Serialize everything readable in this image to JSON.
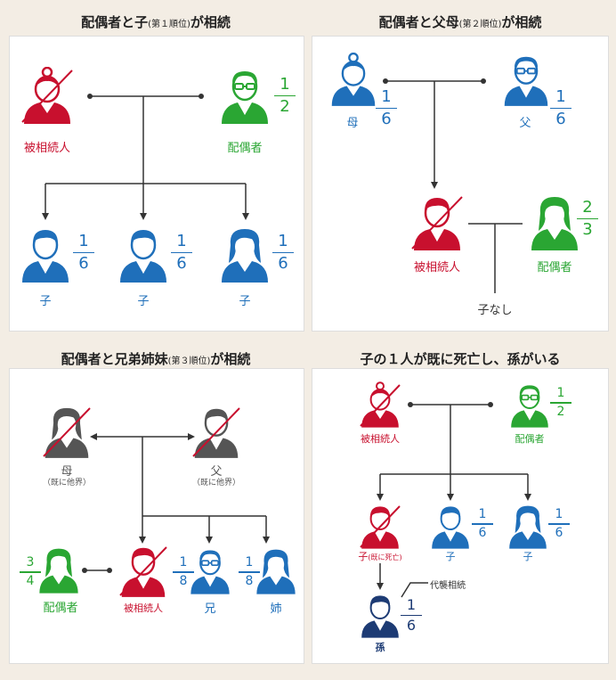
{
  "colors": {
    "red": "#c8102e",
    "green": "#2aa633",
    "blue": "#1f6fba",
    "gray": "#666666",
    "navy": "#1d3b74"
  },
  "panels": [
    {
      "title_main": "配偶者と子",
      "title_small": "(第１順位)",
      "title_tail": "が相続",
      "decedent": "被相続人",
      "spouse": "配偶者",
      "spouse_share": {
        "num": "1",
        "den": "2"
      },
      "children": [
        {
          "label": "子",
          "num": "1",
          "den": "6"
        },
        {
          "label": "子",
          "num": "1",
          "den": "6"
        },
        {
          "label": "子",
          "num": "1",
          "den": "6"
        }
      ]
    },
    {
      "title_main": "配偶者と父母",
      "title_small": "(第２順位)",
      "title_tail": "が相続",
      "mother": "母",
      "mother_share": {
        "num": "1",
        "den": "6"
      },
      "father": "父",
      "father_share": {
        "num": "1",
        "den": "6"
      },
      "decedent": "被相続人",
      "spouse": "配偶者",
      "spouse_share": {
        "num": "2",
        "den": "3"
      },
      "no_child": "子なし"
    },
    {
      "title_main": "配偶者と兄弟姉妹",
      "title_small": "(第３順位)",
      "title_tail": "が相続",
      "mother": "母",
      "mother_note": "（既に他界）",
      "father": "父",
      "father_note": "（既に他界）",
      "spouse": "配偶者",
      "spouse_share": {
        "num": "3",
        "den": "4"
      },
      "decedent": "被相続人",
      "brother": "兄",
      "brother_share": {
        "num": "1",
        "den": "8"
      },
      "sister": "姉",
      "sister_share": {
        "num": "1",
        "den": "8"
      }
    },
    {
      "title_main": "子の１人が既に死亡し、孫がいる",
      "decedent": "被相続人",
      "spouse": "配偶者",
      "spouse_share": {
        "num": "1",
        "den": "2"
      },
      "dead_child": "子",
      "dead_child_note": "(既に死亡)",
      "child2": "子",
      "child2_share": {
        "num": "1",
        "den": "6"
      },
      "child3": "子",
      "child3_share": {
        "num": "1",
        "den": "6"
      },
      "substitute": "代襲相続",
      "grandchild": "孫",
      "grandchild_share": {
        "num": "1",
        "den": "6"
      }
    }
  ]
}
